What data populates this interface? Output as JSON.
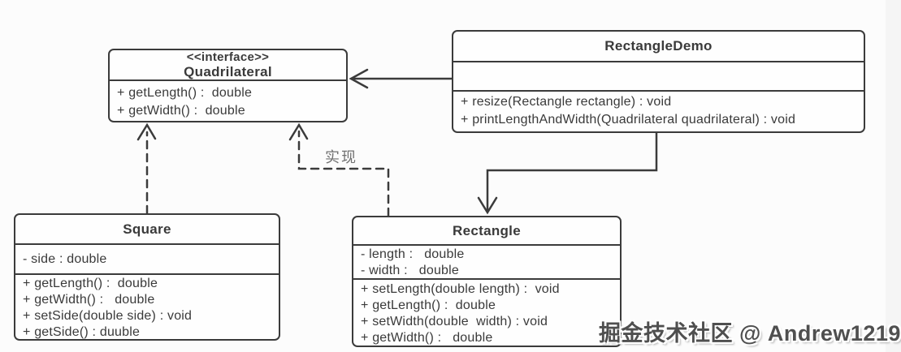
{
  "diagram": {
    "type": "uml-class-diagram",
    "background_color": "#fcfcfc",
    "line_color": "#3b3b3b",
    "text_color": "#3a3a3a",
    "label_color": "#707070",
    "watermark_color": "#4f4f4f"
  },
  "classes": {
    "quadrilateral": {
      "stereotype": "<<interface>>",
      "name": "Quadrilateral",
      "methods": [
        "+ getLength() :  double",
        "+ getWidth() :  double"
      ]
    },
    "rectangle_demo": {
      "name": "RectangleDemo",
      "attributes": [],
      "methods": [
        "+ resize(Rectangle rectangle) : void",
        "+ printLengthAndWidth(Quadrilateral quadrilateral) : void"
      ]
    },
    "square": {
      "name": "Square",
      "attributes": [
        "- side : double"
      ],
      "methods": [
        "+ getLength() :  double",
        "+ getWidth() :   double",
        "+ setSide(double side) : void",
        "+ getSide() : duuble"
      ]
    },
    "rectangle": {
      "name": "Rectangle",
      "attributes": [
        "- length :   double",
        "- width :   double"
      ],
      "methods": [
        "+ setLength(double length) :  void",
        "+ getLength() :  double",
        "+ setWidth(double  width) : void",
        "+ getWidth() :   double"
      ]
    }
  },
  "relationships": {
    "realization_label": "实现"
  },
  "watermark": "掘金技术社区 @ Andrew1219"
}
